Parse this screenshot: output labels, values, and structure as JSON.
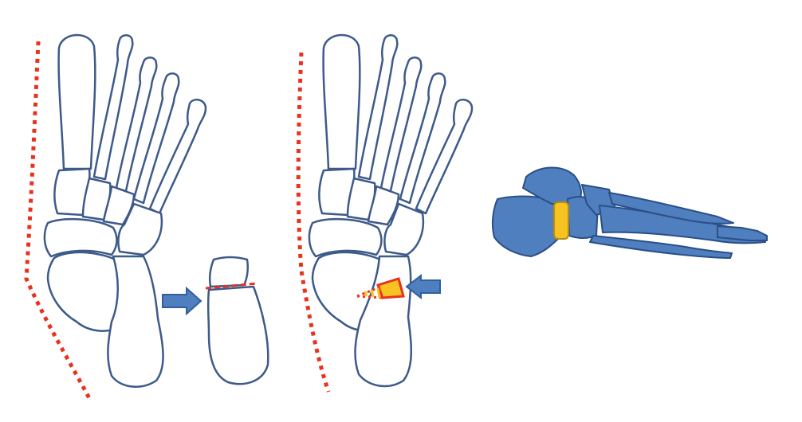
{
  "colors": {
    "bone_outline": "#3d5a8a",
    "bone_fill": "#ffffff",
    "guide_dotted": "#e8321e",
    "cut_line": "#e8321e",
    "arrow_fill": "#4f7fbf",
    "arrow_stroke": "#2f5f9f",
    "graft_fill": "#f7c320",
    "graft_stroke": "#e8321e",
    "lateral_bone_fill": "#4f7fbf",
    "lateral_bone_stroke": "#2a4f86",
    "lateral_graft_fill": "#f7c320",
    "lateral_graft_stroke": "#b88a10"
  },
  "panels": [
    {
      "name": "foot-before-osteotomy"
    },
    {
      "name": "calcaneus-osteotomy-detail"
    },
    {
      "name": "foot-after-graft"
    },
    {
      "name": "foot-lateral-view"
    }
  ],
  "arrows": [
    {
      "name": "right-arrow-icon",
      "direction": "right"
    },
    {
      "name": "left-arrow-icon",
      "direction": "left"
    }
  ]
}
